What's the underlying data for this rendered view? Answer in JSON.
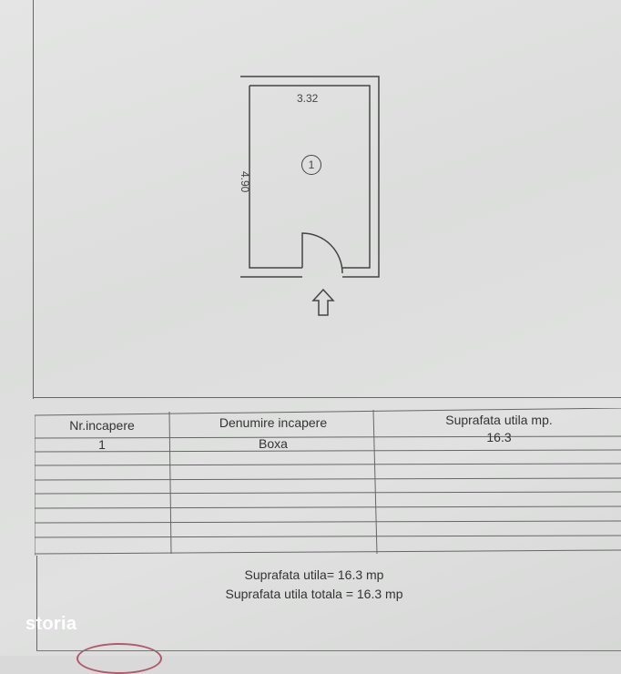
{
  "plan": {
    "width_label": "3.32",
    "length_label": "4.90",
    "room_number": "1"
  },
  "table": {
    "headers": [
      "Nr.incapere",
      "Denumire incapere",
      "Suprafata utila mp."
    ],
    "rows": [
      [
        "1",
        "Boxa",
        "16.3"
      ]
    ]
  },
  "totals": {
    "useful": "Suprafata utila= 16.3 mp",
    "useful_total": "Suprafata utila totala = 16.3 mp"
  },
  "watermark": "storia"
}
